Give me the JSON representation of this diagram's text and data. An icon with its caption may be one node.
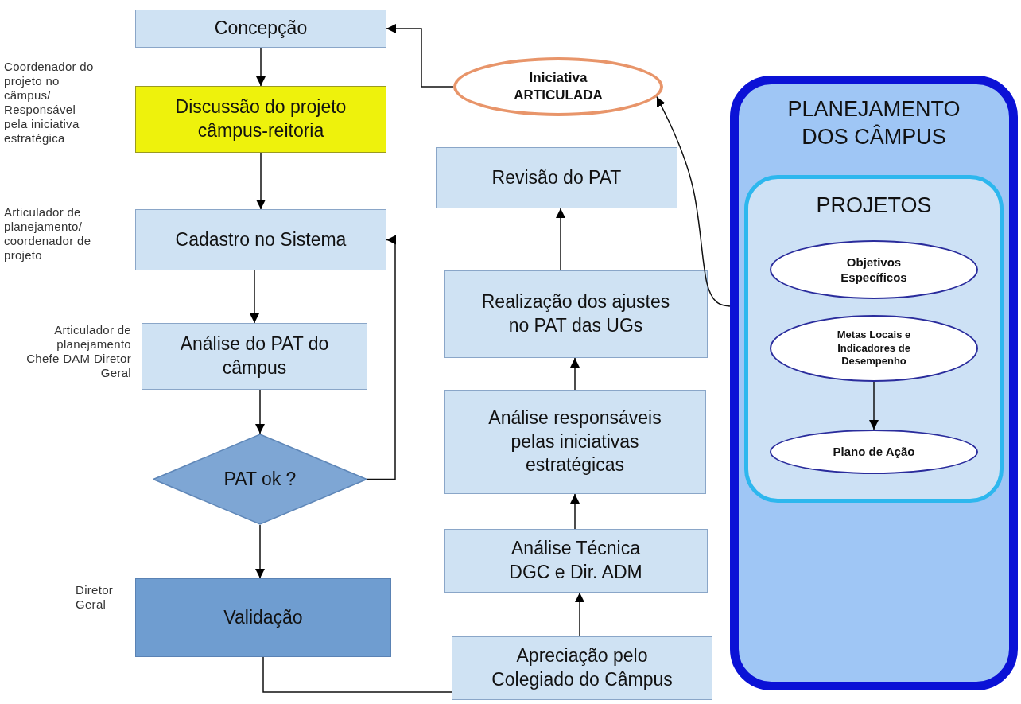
{
  "diagram": {
    "nodes": [
      {
        "text": [
          "Concepção"
        ]
      },
      {
        "text": [
          "Discussão do projeto câmpus-reitoria"
        ],
        "beside": [
          "Coordenador do projeto no câmpus/ Responsável pela iniciativa estratégica"
        ]
      },
      {
        "text": [
          "Cadastro no Sistema"
        ],
        "beside": [
          "Articulador de planejamento/ coordenador de projeto"
        ]
      },
      {
        "text": [
          "Análise do PAT do câmpus"
        ],
        "beside": [
          "Articulador de planejamento Chefe DAM Diretor Geral"
        ]
      },
      {
        "text": [
          "PAT ok ?"
        ]
      },
      {
        "text": [
          "Validação"
        ],
        "beside": [
          "Diretor Geral"
        ]
      },
      {
        "text": [
          "Apreciação pelo Colegiado do Câmpus"
        ]
      },
      {
        "text": [
          "Análise Técnica DGC e Dir. ADM"
        ]
      },
      {
        "text": [
          "Análise responsáveis pelas iniciativas estratégicas"
        ]
      },
      {
        "text": [
          "Realização dos ajustes no PAT das UGs"
        ]
      },
      {
        "text": [
          "Revisão do PAT"
        ]
      },
      {
        "text": [
          "Iniciativa ARTICULADA"
        ]
      },
      {
        "text": [
          "PLANEJAMENTO DOS CÂMPUS"
        ]
      },
      {
        "text": [
          "PROJETOS"
        ],
        "in": 12
      },
      {
        "text": [
          "Objetivos Específicos"
        ],
        "in": 13
      },
      {
        "text": [
          "Metas Locais e Indicadores de Desempenho"
        ],
        "in": 13
      },
      {
        "text": [
          "Plano de Ação"
        ],
        "in": 13
      }
    ],
    "edges": [
      {
        "from": 0,
        "to": 1,
        "arrow": "to"
      },
      {
        "from": 1,
        "to": 2,
        "arrow": "to"
      },
      {
        "from": 2,
        "to": 3,
        "arrow": "to"
      },
      {
        "from": 3,
        "to": 4,
        "arrow": "to"
      },
      {
        "from": 4,
        "to": 2,
        "arrow": "to"
      },
      {
        "from": 4,
        "to": 5,
        "arrow": "to"
      },
      {
        "from": 5,
        "to": 6,
        "arrow": "none"
      },
      {
        "from": 6,
        "to": 7,
        "arrow": "to"
      },
      {
        "from": 7,
        "to": 8,
        "arrow": "to"
      },
      {
        "from": 8,
        "to": 9,
        "arrow": "to"
      },
      {
        "from": 9,
        "to": 10,
        "arrow": "to"
      },
      {
        "from": 11,
        "to": 0,
        "arrow": "to"
      },
      {
        "from": 12,
        "to": 11,
        "arrow": "to"
      },
      {
        "from": 15,
        "to": 16,
        "arrow": "to"
      }
    ]
  }
}
